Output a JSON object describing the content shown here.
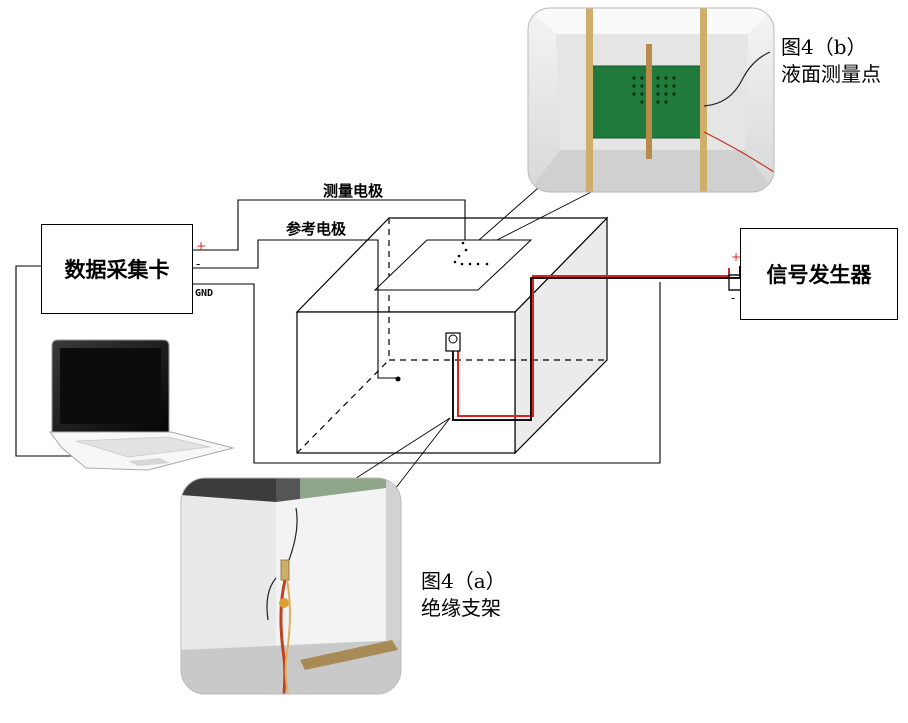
{
  "devices": {
    "daq": "数据采集卡",
    "signal_generator": "信号发生器"
  },
  "pins": {
    "daq_plus": "+",
    "daq_minus": "-",
    "daq_gnd": "GND",
    "sg_plus": "+",
    "sg_minus": "-"
  },
  "electrodes": {
    "measure": "测量电极",
    "reference": "参考电极"
  },
  "captions": {
    "fig_b_title": "图4（b）",
    "fig_b_sub": "液面测量点",
    "fig_a_title": "图4（a）",
    "fig_a_sub": "绝缘支架"
  },
  "colors": {
    "wire_red": "#e02020",
    "wire_black": "#111111",
    "pcb_green": "#1f7a3c",
    "foam": "#ececec",
    "wood": "#cfae6b"
  },
  "icons": {
    "computer": "laptop-icon"
  }
}
